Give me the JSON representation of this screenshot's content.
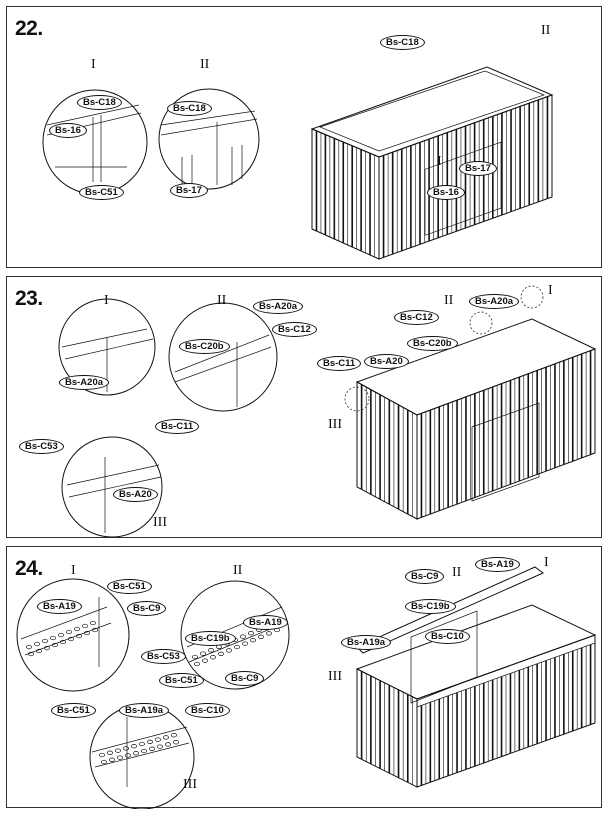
{
  "steps": [
    {
      "number": "22.",
      "views": [
        "I",
        "II",
        "I",
        "II"
      ],
      "parts": [
        "Bs-C18",
        "Bs-16",
        "Bs-C51",
        "Bs-C18",
        "Bs-17",
        "Bs-C18",
        "Bs-17",
        "Bs-16"
      ]
    },
    {
      "number": "23.",
      "views": [
        "I",
        "II",
        "III",
        "I",
        "II",
        "III"
      ],
      "parts": [
        "Bs-A20a",
        "Bs-C12",
        "Bs-C20b",
        "Bs-A20a",
        "Bs-C11",
        "Bs-C53",
        "Bs-A20",
        "Bs-A20a",
        "Bs-C12",
        "Bs-C20b",
        "Bs-C11",
        "Bs-A20"
      ]
    },
    {
      "number": "24.",
      "views": [
        "I",
        "II",
        "III",
        "I",
        "II",
        "III"
      ],
      "parts": [
        "Bs-C51",
        "Bs-A19",
        "Bs-C9",
        "Bs-C19b",
        "Bs-A19",
        "Bs-C53",
        "Bs-C51",
        "Bs-C9",
        "Bs-C51",
        "Bs-A19a",
        "Bs-C10",
        "Bs-C9",
        "Bs-A19",
        "Bs-C19b",
        "Bs-C10",
        "Bs-A19a"
      ]
    }
  ]
}
